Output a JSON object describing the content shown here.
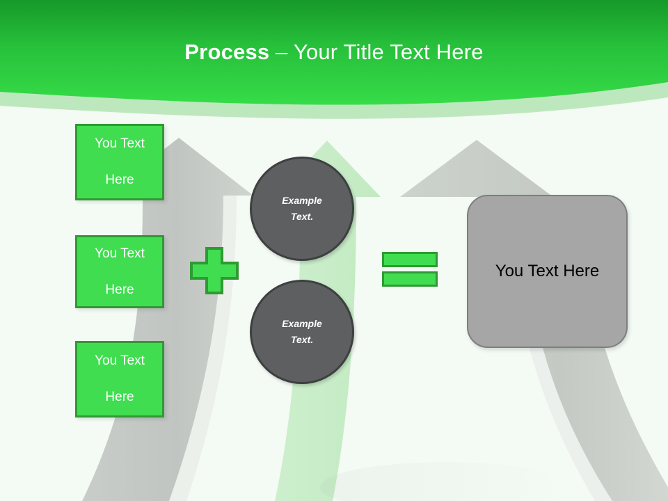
{
  "slide": {
    "header": {
      "title_strong": "Process",
      "title_separator": " – ",
      "title_rest": "Your Title Text Here",
      "gradient_top": "#1a9e2e",
      "gradient_bottom": "#33d845",
      "band_color": "#b9e5ba",
      "title_color": "#ffffff"
    },
    "background": {
      "canvas_color": "#f4faf4",
      "arrow_gray": "#c3c6c3",
      "arrow_gray_light": "#ccd2cc",
      "arrow_green": "#c8ecc8"
    },
    "inputs": {
      "box_fill": "#41dd51",
      "box_border": "#2f9a33",
      "box_text_color": "#ffffff",
      "items": [
        {
          "line1": "You Text",
          "line2": "Here"
        },
        {
          "line1": "You Text",
          "line2": "Here"
        },
        {
          "line1": "You Text",
          "line2": "Here"
        }
      ]
    },
    "operators": {
      "plus": {
        "symbol": "plus",
        "fill": "#41dd51",
        "border": "#2f9a33"
      },
      "equals": {
        "symbol": "equals",
        "fill": "#41dd51",
        "border": "#2f9a33"
      }
    },
    "circles": {
      "fill": "#5e5f61",
      "border": "#3d3f41",
      "text_color": "#ffffff",
      "items": [
        {
          "line1": "Example",
          "line2": "Text."
        },
        {
          "line1": "Example",
          "line2": "Text."
        }
      ]
    },
    "result": {
      "label": "You Text Here",
      "fill": "#a6a6a6",
      "border": "#7e7e7e",
      "text_color": "#000000"
    }
  }
}
